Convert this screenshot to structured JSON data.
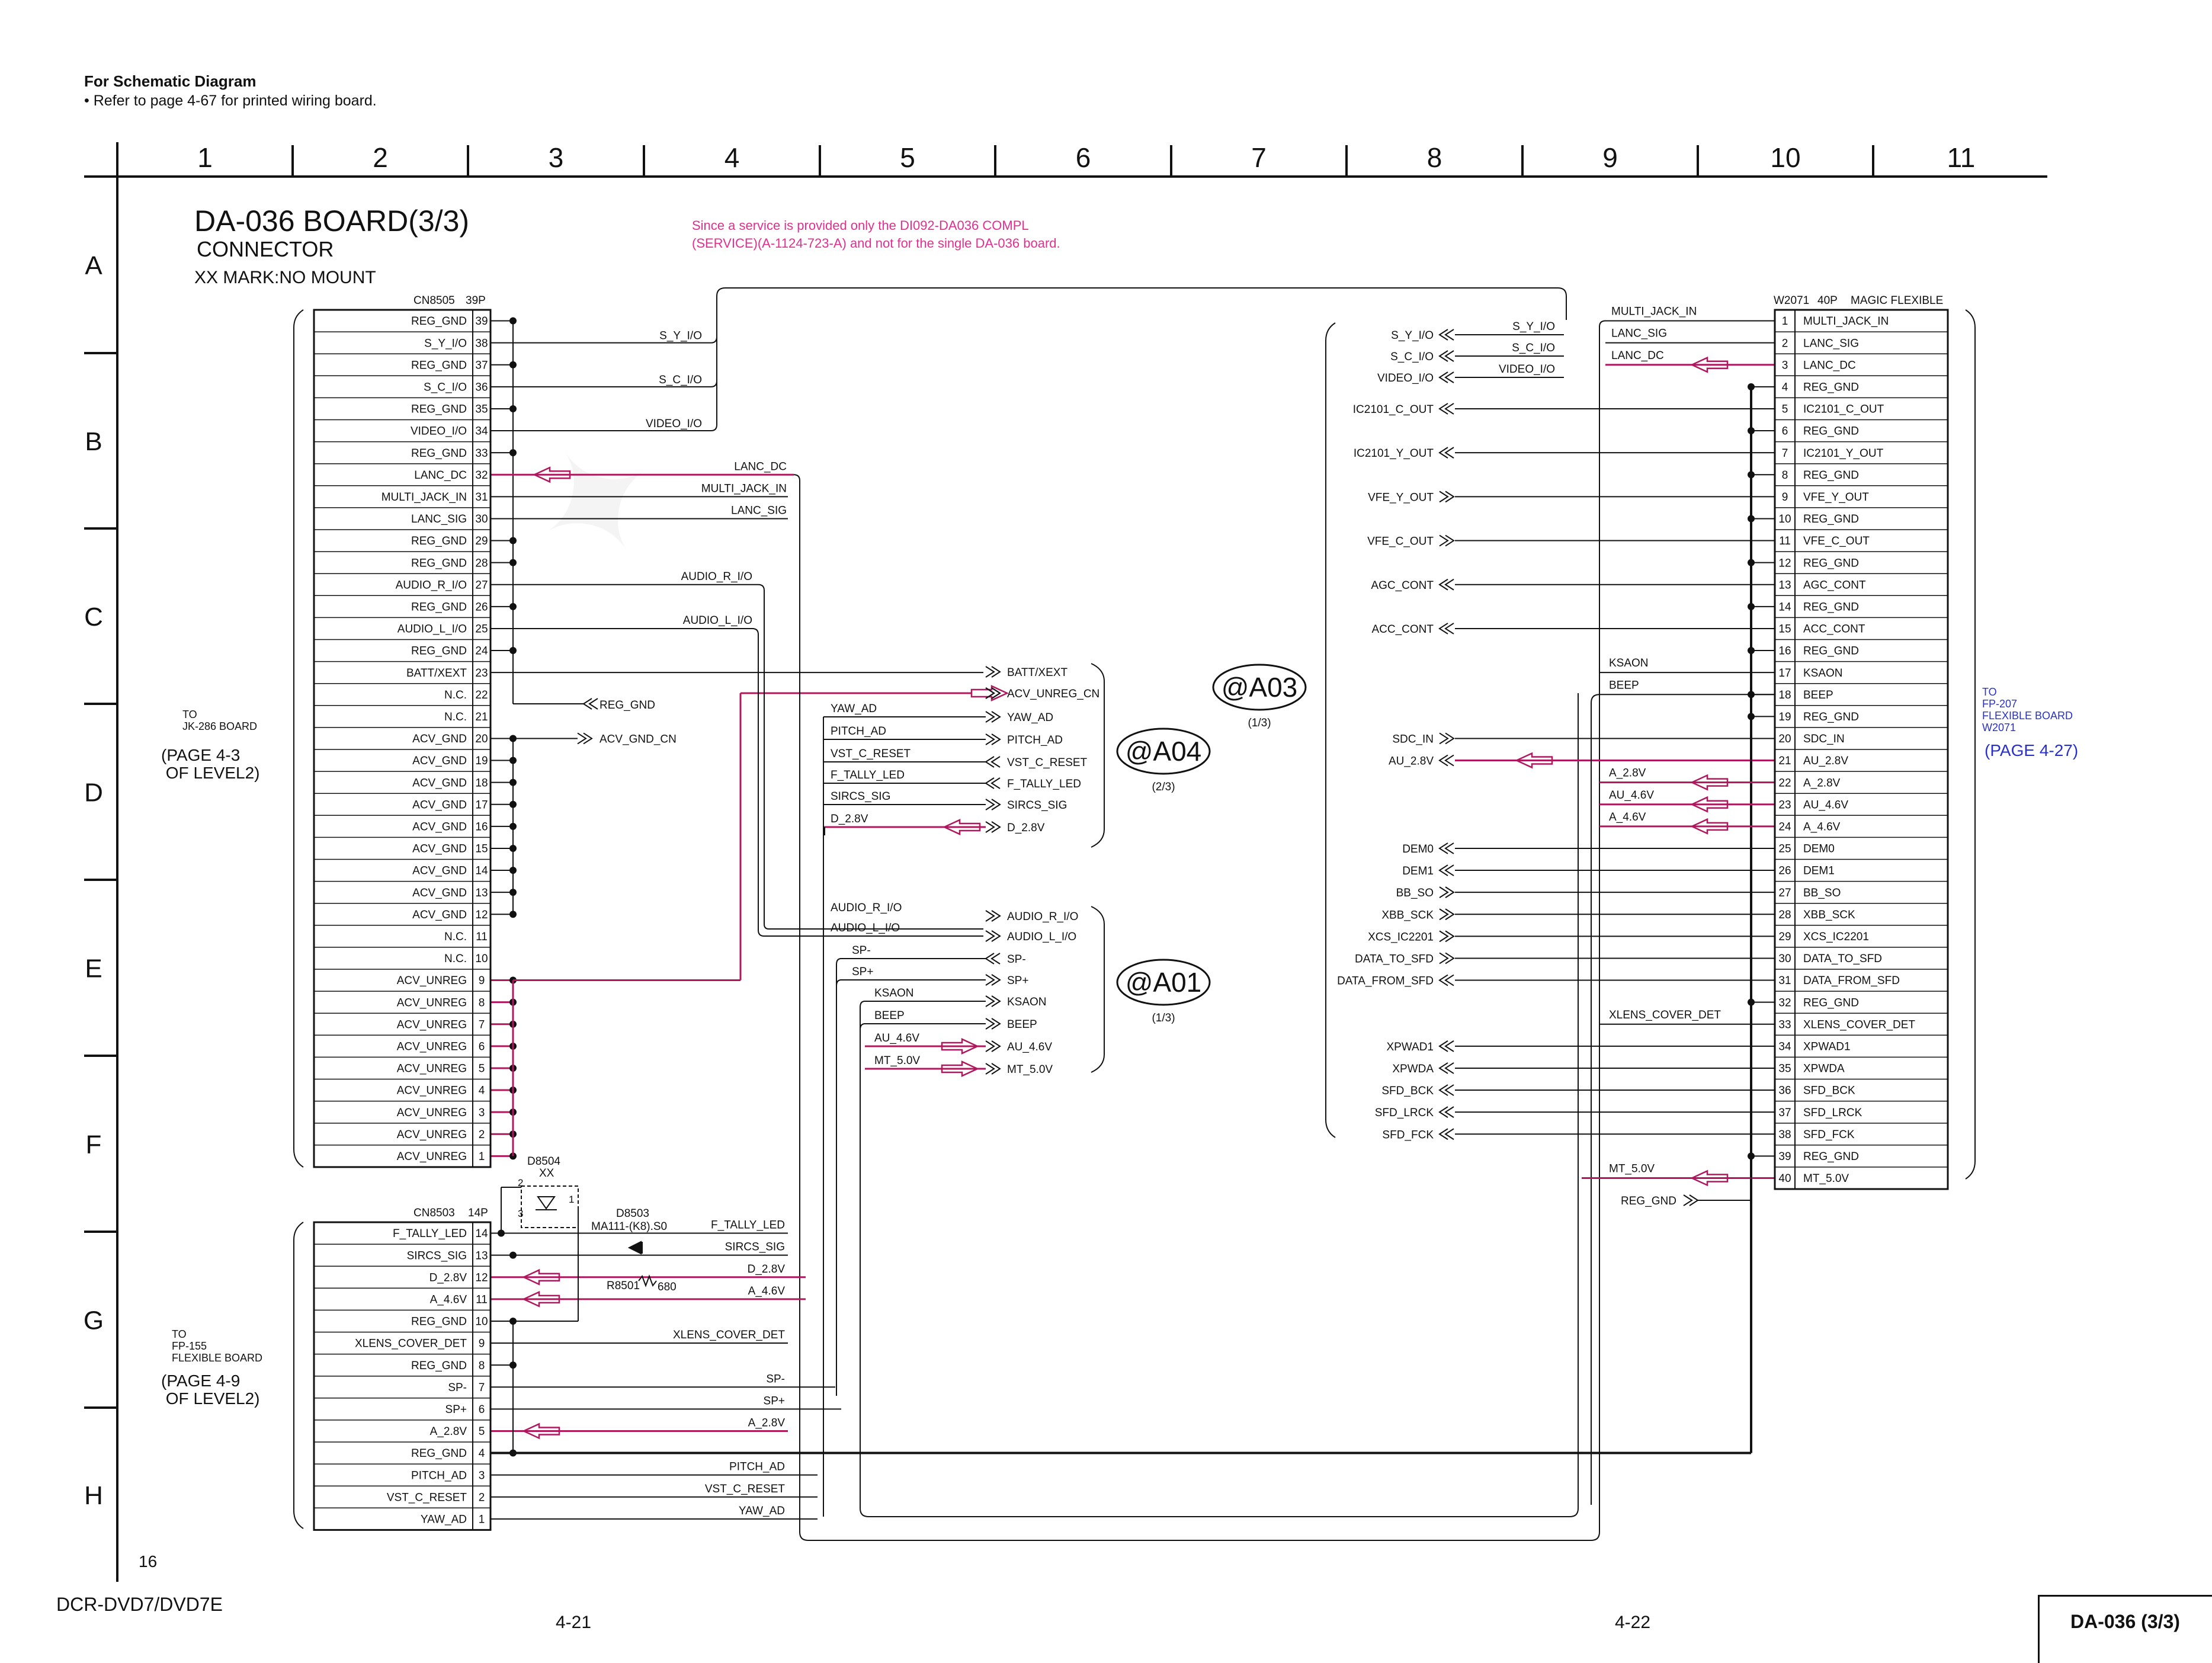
{
  "header": {
    "title": "For Schematic Diagram",
    "note": "• Refer to page 4-67 for printed wiring board."
  },
  "grid": {
    "columns": [
      "1",
      "2",
      "3",
      "4",
      "5",
      "6",
      "7",
      "8",
      "9",
      "10",
      "11"
    ],
    "rows": [
      "A",
      "B",
      "C",
      "D",
      "E",
      "F",
      "G",
      "H"
    ]
  },
  "board": {
    "title": "DA-036 BOARD(3/3)",
    "subtitle": "CONNECTOR",
    "note": "XX MARK:NO MOUNT",
    "service_note": "Since a service is provided only the DI092-DA036 COMPL\n(SERVICE)(A-1124-723-A) and not for the single DA-036 board."
  },
  "colors": {
    "line": "#111111",
    "highlight": "#b0185e",
    "note": "#e0308f",
    "link": "#2830c8"
  },
  "cn8505": {
    "name": "CN8505",
    "pins_label": "39P",
    "pins": [
      {
        "n": "39",
        "label": "REG_GND"
      },
      {
        "n": "38",
        "label": "S_Y_I/O"
      },
      {
        "n": "37",
        "label": "REG_GND"
      },
      {
        "n": "36",
        "label": "S_C_I/O"
      },
      {
        "n": "35",
        "label": "REG_GND"
      },
      {
        "n": "34",
        "label": "VIDEO_I/O"
      },
      {
        "n": "33",
        "label": "REG_GND"
      },
      {
        "n": "32",
        "label": "LANC_DC"
      },
      {
        "n": "31",
        "label": "MULTI_JACK_IN"
      },
      {
        "n": "30",
        "label": "LANC_SIG"
      },
      {
        "n": "29",
        "label": "REG_GND"
      },
      {
        "n": "28",
        "label": "REG_GND"
      },
      {
        "n": "27",
        "label": "AUDIO_R_I/O"
      },
      {
        "n": "26",
        "label": "REG_GND"
      },
      {
        "n": "25",
        "label": "AUDIO_L_I/O"
      },
      {
        "n": "24",
        "label": "REG_GND"
      },
      {
        "n": "23",
        "label": "BATT/XEXT"
      },
      {
        "n": "22",
        "label": "N.C."
      },
      {
        "n": "21",
        "label": "N.C."
      },
      {
        "n": "20",
        "label": "ACV_GND"
      },
      {
        "n": "19",
        "label": "ACV_GND"
      },
      {
        "n": "18",
        "label": "ACV_GND"
      },
      {
        "n": "17",
        "label": "ACV_GND"
      },
      {
        "n": "16",
        "label": "ACV_GND"
      },
      {
        "n": "15",
        "label": "ACV_GND"
      },
      {
        "n": "14",
        "label": "ACV_GND"
      },
      {
        "n": "13",
        "label": "ACV_GND"
      },
      {
        "n": "12",
        "label": "ACV_GND"
      },
      {
        "n": "11",
        "label": "N.C."
      },
      {
        "n": "10",
        "label": "N.C."
      },
      {
        "n": "9",
        "label": "ACV_UNREG"
      },
      {
        "n": "8",
        "label": "ACV_UNREG"
      },
      {
        "n": "7",
        "label": "ACV_UNREG"
      },
      {
        "n": "6",
        "label": "ACV_UNREG"
      },
      {
        "n": "5",
        "label": "ACV_UNREG"
      },
      {
        "n": "4",
        "label": "ACV_UNREG"
      },
      {
        "n": "3",
        "label": "ACV_UNREG"
      },
      {
        "n": "2",
        "label": "ACV_UNREG"
      },
      {
        "n": "1",
        "label": "ACV_UNREG"
      }
    ],
    "to": "TO\nJK-286 BOARD",
    "page": "(PAGE 4-3\n OF LEVEL2)"
  },
  "cn8503": {
    "name": "CN8503",
    "pins_label": "14P",
    "pins": [
      {
        "n": "14",
        "label": "F_TALLY_LED"
      },
      {
        "n": "13",
        "label": "SIRCS_SIG"
      },
      {
        "n": "12",
        "label": "D_2.8V"
      },
      {
        "n": "11",
        "label": "A_4.6V"
      },
      {
        "n": "10",
        "label": "REG_GND"
      },
      {
        "n": "9",
        "label": "XLENS_COVER_DET"
      },
      {
        "n": "8",
        "label": "REG_GND"
      },
      {
        "n": "7",
        "label": "SP-"
      },
      {
        "n": "6",
        "label": "SP+"
      },
      {
        "n": "5",
        "label": "A_2.8V"
      },
      {
        "n": "4",
        "label": "REG_GND"
      },
      {
        "n": "3",
        "label": "PITCH_AD"
      },
      {
        "n": "2",
        "label": "VST_C_RESET"
      },
      {
        "n": "1",
        "label": "YAW_AD"
      }
    ],
    "to": "TO\nFP-155\nFLEXIBLE BOARD",
    "page": "(PAGE 4-9\n OF LEVEL2)"
  },
  "w2071": {
    "name": "W2071",
    "pins_label": "40P",
    "type": "MAGIC FLEXIBLE",
    "pins": [
      {
        "n": "1",
        "label": "MULTI_JACK_IN"
      },
      {
        "n": "2",
        "label": "LANC_SIG"
      },
      {
        "n": "3",
        "label": "LANC_DC"
      },
      {
        "n": "4",
        "label": "REG_GND"
      },
      {
        "n": "5",
        "label": "IC2101_C_OUT"
      },
      {
        "n": "6",
        "label": "REG_GND"
      },
      {
        "n": "7",
        "label": "IC2101_Y_OUT"
      },
      {
        "n": "8",
        "label": "REG_GND"
      },
      {
        "n": "9",
        "label": "VFE_Y_OUT"
      },
      {
        "n": "10",
        "label": "REG_GND"
      },
      {
        "n": "11",
        "label": "VFE_C_OUT"
      },
      {
        "n": "12",
        "label": "REG_GND"
      },
      {
        "n": "13",
        "label": "AGC_CONT"
      },
      {
        "n": "14",
        "label": "REG_GND"
      },
      {
        "n": "15",
        "label": "ACC_CONT"
      },
      {
        "n": "16",
        "label": "REG_GND"
      },
      {
        "n": "17",
        "label": "KSAON"
      },
      {
        "n": "18",
        "label": "BEEP"
      },
      {
        "n": "19",
        "label": "REG_GND"
      },
      {
        "n": "20",
        "label": "SDC_IN"
      },
      {
        "n": "21",
        "label": "AU_2.8V"
      },
      {
        "n": "22",
        "label": "A_2.8V"
      },
      {
        "n": "23",
        "label": "AU_4.6V"
      },
      {
        "n": "24",
        "label": "A_4.6V"
      },
      {
        "n": "25",
        "label": "DEM0"
      },
      {
        "n": "26",
        "label": "DEM1"
      },
      {
        "n": "27",
        "label": "BB_SO"
      },
      {
        "n": "28",
        "label": "XBB_SCK"
      },
      {
        "n": "29",
        "label": "XCS_IC2201"
      },
      {
        "n": "30",
        "label": "DATA_TO_SFD"
      },
      {
        "n": "31",
        "label": "DATA_FROM_SFD"
      },
      {
        "n": "32",
        "label": "REG_GND"
      },
      {
        "n": "33",
        "label": "XLENS_COVER_DET"
      },
      {
        "n": "34",
        "label": "XPWAD1"
      },
      {
        "n": "35",
        "label": "XPWDA"
      },
      {
        "n": "36",
        "label": "SFD_BCK"
      },
      {
        "n": "37",
        "label": "SFD_LRCK"
      },
      {
        "n": "38",
        "label": "SFD_FCK"
      },
      {
        "n": "39",
        "label": "REG_GND"
      },
      {
        "n": "40",
        "label": "MT_5.0V"
      }
    ],
    "to": "TO\nFP-207\nFLEXIBLE BOARD\nW2071",
    "page": "(PAGE 4-27)"
  },
  "offpage": [
    {
      "id": "@A03",
      "sub": "(1/3)"
    },
    {
      "id": "@A04",
      "sub": "(2/3)"
    },
    {
      "id": "@A01",
      "sub": "(1/3)"
    }
  ],
  "a04_signals": [
    "BATT/XEXT",
    "ACV_UNREG_CN",
    "YAW_AD",
    "PITCH_AD",
    "VST_C_RESET",
    "F_TALLY_LED",
    "SIRCS_SIG",
    "D_2.8V"
  ],
  "a01_signals": [
    "AUDIO_R_I/O",
    "AUDIO_L_I/O",
    "SP-",
    "SP+",
    "KSAON",
    "BEEP",
    "AU_4.6V",
    "MT_5.0V"
  ],
  "right_signals": [
    "S_Y_I/O",
    "S_C_I/O",
    "VIDEO_I/O",
    "IC2101_C_OUT",
    "IC2101_Y_OUT",
    "VFE_Y_OUT",
    "VFE_C_OUT",
    "AGC_CONT",
    "ACC_CONT",
    "SDC_IN",
    "AU_2.8V",
    "DEM0",
    "DEM1",
    "BB_SO",
    "XBB_SCK",
    "XCS_IC2201",
    "DATA_TO_SFD",
    "DATA_FROM_SFD",
    "XPWAD1",
    "XPWDA",
    "SFD_BCK",
    "SFD_LRCK",
    "SFD_FCK"
  ],
  "wire_labels": {
    "s_y": "S_Y_I/O",
    "s_c": "S_C_I/O",
    "video": "VIDEO_I/O",
    "lanc_dc": "LANC_DC",
    "multi": "MULTI_JACK_IN",
    "lanc_sig": "LANC_SIG",
    "audio_r": "AUDIO_R_I/O",
    "audio_l": "AUDIO_L_I/O",
    "reg_gnd": "REG_GND",
    "acv_gnd_cn": "ACV_GND_CN",
    "yaw": "YAW_AD",
    "pitch": "PITCH_AD",
    "vst": "VST_C_RESET",
    "ftally": "F_TALLY_LED",
    "sircs": "SIRCS_SIG",
    "d28": "D_2.8V",
    "audio_r2": "AUDIO_R_I/O",
    "audio_l2": "AUDIO_L_I/O",
    "spm": "SP-",
    "spp": "SP+",
    "ksaon": "KSAON",
    "beep": "BEEP",
    "au46": "AU_4.6V",
    "mt50": "MT_5.0V",
    "g_ftally": "F_TALLY_LED",
    "g_sircs": "SIRCS_SIG",
    "g_d28": "D_2.8V",
    "g_a46": "A_4.6V",
    "g_xlens": "XLENS_COVER_DET",
    "g_spm": "SP-",
    "g_spp": "SP+",
    "g_a28": "A_2.8V",
    "g_pitch": "PITCH_AD",
    "g_vst": "VST_C_RESET",
    "g_yaw": "YAW_AD",
    "r_sy": "S_Y_I/O",
    "r_sc": "S_C_I/O",
    "r_video": "VIDEO_I/O",
    "r_multi": "MULTI_JACK_IN",
    "r_lanc_sig": "LANC_SIG",
    "r_lanc_dc": "LANC_DC",
    "r_ksaon": "KSAON",
    "r_beep": "BEEP",
    "r_a28": "A_2.8V",
    "r_au46": "AU_4.6V",
    "r_a46": "A_4.6V",
    "r_xlens": "XLENS_COVER_DET",
    "r_mt50": "MT_5.0V",
    "r_reg_gnd": "REG_GND"
  },
  "parts": {
    "d8504": "D8504",
    "d8504_xx": "XX",
    "d8503": "D8503",
    "d8503_pn": "MA111-(K8).S0",
    "r8501": "R8501",
    "r8501_val": "680",
    "p2": "2",
    "p3": "3",
    "p1": "1"
  },
  "footer": {
    "model": "DCR-DVD7/DVD7E",
    "page_left": "4-21",
    "page_right": "4-22",
    "board": "DA-036 (3/3)",
    "sheet": "16"
  }
}
